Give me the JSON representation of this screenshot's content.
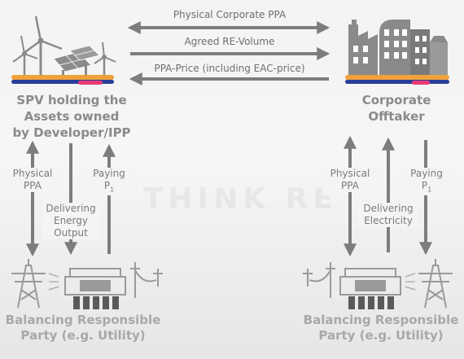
{
  "flows": {
    "ppa": "Physical Corporate PPA",
    "volume": "Agreed RE-Volume",
    "price": "PPA-Price (including EAC-price)"
  },
  "left": {
    "title": [
      "SPV holding the",
      "Assets owned",
      "by Developer/IPP"
    ],
    "physical_ppa": [
      "Physical",
      "PPA"
    ],
    "delivering": [
      "Delivering",
      "Energy",
      "Output"
    ],
    "paying": [
      "Paying",
      "P",
      "1"
    ],
    "brp": [
      "Balancing Responsible",
      "Party (e.g. Utility)"
    ]
  },
  "right": {
    "title": [
      "Corporate",
      "Offtaker"
    ],
    "physical_ppa": [
      "Physical",
      "PPA"
    ],
    "delivering": [
      "Delivering",
      "Electricity"
    ],
    "paying": [
      "Paying",
      "P",
      "1"
    ],
    "brp": [
      "Balancing Responsible",
      "Party (e.g. Utility)"
    ]
  },
  "watermark": "THINK RE",
  "colors": {
    "arrow": "#7d7d7d",
    "stripe_orange": "#f0a23a",
    "stripe_blue": "#2a3e9a",
    "stripe_pink": "#e83a72",
    "icon": "#8a8a8a"
  }
}
